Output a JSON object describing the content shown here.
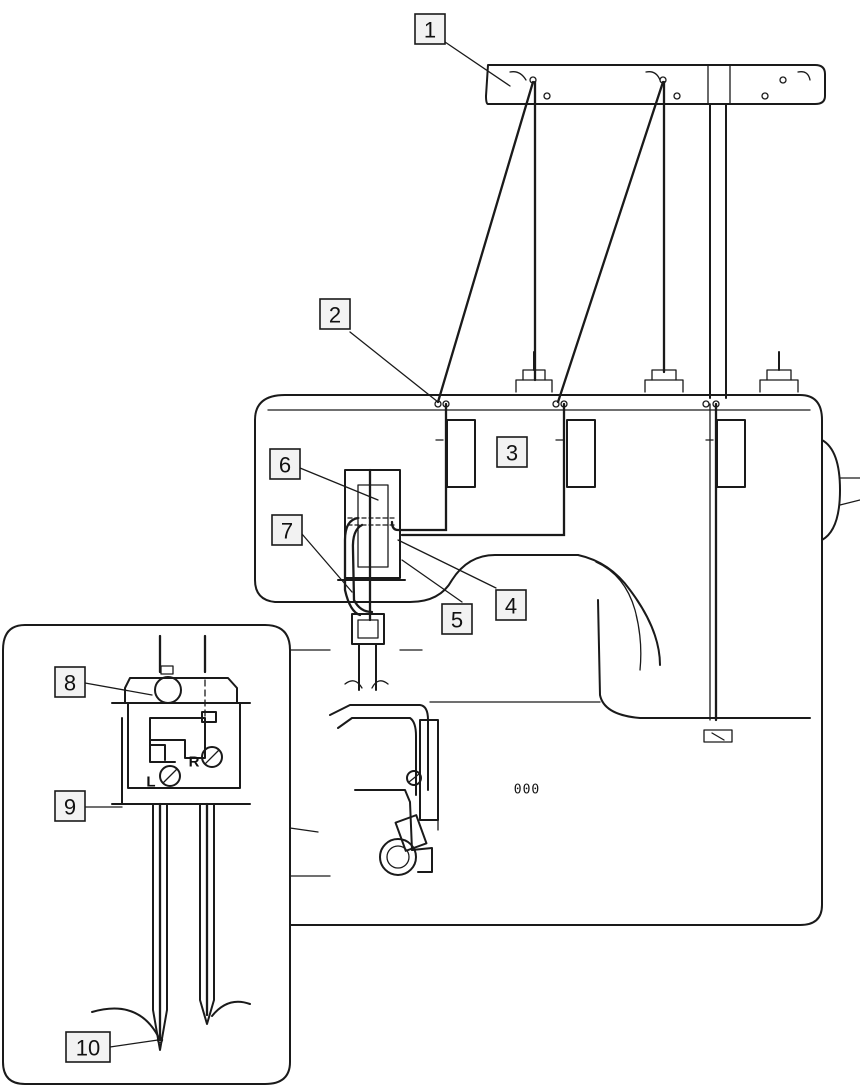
{
  "labels": [
    {
      "id": "label-1",
      "text": "1"
    },
    {
      "id": "label-2",
      "text": "2"
    },
    {
      "id": "label-3",
      "text": "3"
    },
    {
      "id": "label-4",
      "text": "4"
    },
    {
      "id": "label-5",
      "text": "5"
    },
    {
      "id": "label-6",
      "text": "6"
    },
    {
      "id": "label-7",
      "text": "7"
    },
    {
      "id": "label-8",
      "text": "8"
    },
    {
      "id": "label-9",
      "text": "9"
    },
    {
      "id": "label-10",
      "text": "10"
    }
  ],
  "inset": {
    "screw_left": "L",
    "screw_right": "R"
  },
  "machine": {
    "bed_marking": "000"
  }
}
